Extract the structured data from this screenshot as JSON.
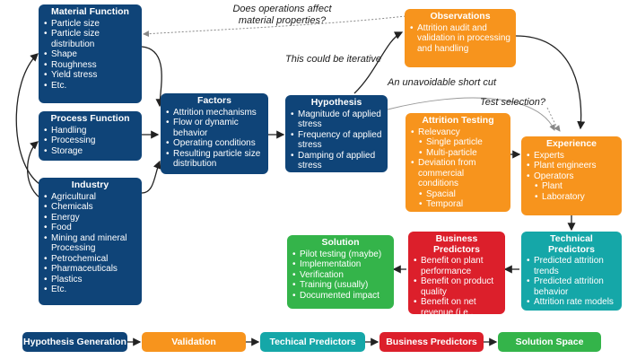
{
  "boxes": {
    "material_function": {
      "title": "Material Function",
      "items": [
        "Particle size",
        "Particle size distribution",
        "Shape",
        "Roughness",
        "Yield stress",
        "Etc."
      ]
    },
    "process_function": {
      "title": "Process Function",
      "items": [
        "Handling",
        "Processing",
        "Storage"
      ]
    },
    "industry": {
      "title": "Industry",
      "items": [
        "Agricultural",
        "Chemicals",
        "Energy",
        "Food",
        "Mining and mineral Processing",
        "Petrochemical",
        "Pharmaceuticals",
        "Plastics",
        "Etc."
      ]
    },
    "factors": {
      "title": "Factors",
      "items": [
        "Attrition mechanisms",
        "Flow or dynamic behavior",
        "Operating conditions",
        "Resulting particle size distribution"
      ]
    },
    "hypothesis": {
      "title": "Hypothesis",
      "items": [
        "Magnitude of applied stress",
        "Frequency of applied stress",
        "Damping of applied stress"
      ]
    },
    "observations": {
      "title": "Observations",
      "items": [
        "Attrition audit and validation in processing and handling"
      ]
    },
    "attrition_testing": {
      "title": "Attrition Testing",
      "items": [
        "Relevancy",
        "Single particle",
        "Multi-particle",
        "Deviation from commercial conditions",
        "Spacial",
        "Temporal"
      ]
    },
    "experience": {
      "title": "Experience",
      "items": [
        "Experts",
        "Plant engineers",
        "Operators",
        "Plant",
        "Laboratory"
      ]
    },
    "technical_predictors": {
      "title": "Technical Predictors",
      "items": [
        "Predicted attrition trends",
        "Predicted attrition behavior",
        "Attrition rate models"
      ]
    },
    "business_predictors": {
      "title": "Business Predictors",
      "items": [
        "Benefit on plant performance",
        "Benefit on product quality",
        "Benefit on net revenue (i.e., valuation)"
      ]
    },
    "solution": {
      "title": "Solution",
      "items": [
        "Pilot testing (maybe)",
        "Implementation",
        "Verification",
        "Training (usually)",
        "Documented impact"
      ]
    }
  },
  "notes": {
    "operations_question": "Does operations affect material properties?",
    "iterative": "This could be iterative",
    "short_cut": "An unavoidable short cut",
    "test_selection": "Test selection?"
  },
  "flow": [
    "Hypothesis Generation",
    "Validation",
    "Techical Predictors",
    "Business Predictors",
    "Solution Space"
  ],
  "colors": {
    "navy": "#0f4478",
    "orange": "#f7941d",
    "teal": "#15a7a8",
    "red": "#dc1f2b",
    "green": "#34b44a"
  }
}
